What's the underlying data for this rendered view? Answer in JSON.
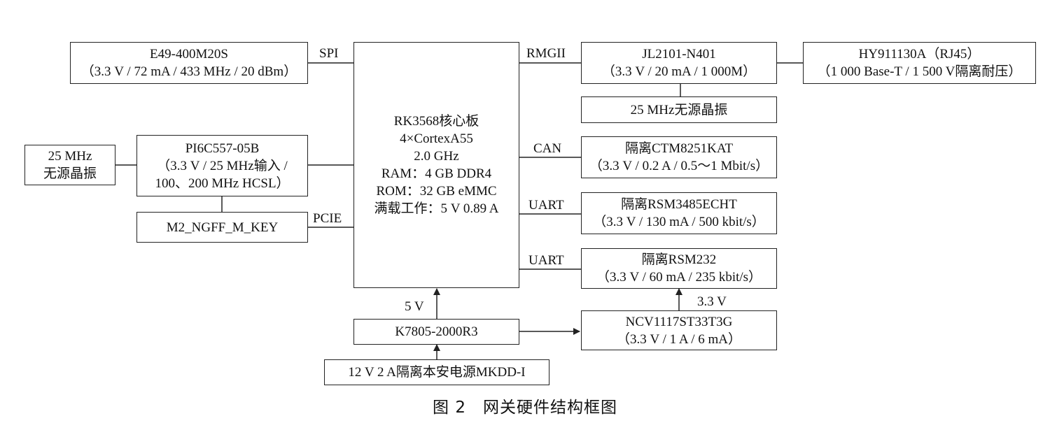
{
  "blocks": {
    "e49": {
      "line1": "E49-400M20S",
      "line2": "（3.3 V / 72 mA / 433 MHz / 20 dBm）"
    },
    "core": {
      "lines": [
        "RK3568核心板",
        "4×CortexA55",
        "2.0 GHz",
        "RAM：4 GB DDR4",
        "ROM：32 GB eMMC",
        "满载工作：5 V 0.89 A"
      ]
    },
    "jl2101": {
      "line1": "JL2101-N401",
      "line2": "（3.3 V / 20 mA / 1 000M）"
    },
    "hy911130a": {
      "line1": "HY911130A（RJ45）",
      "line2": "（1 000 Base-T / 1 500 V隔离耐压）"
    },
    "osc_right": {
      "line1": "25 MHz无源晶振"
    },
    "osc_left": {
      "line1": "25 MHz",
      "line2": "无源晶振"
    },
    "pi6c557": {
      "line1": "PI6C557-05B",
      "line2": "（3.3 V / 25 MHz输入 /",
      "line3": "100、200 MHz HCSL）"
    },
    "m2": {
      "line1": "M2_NGFF_M_KEY"
    },
    "ctm8251": {
      "line1": "隔离CTM8251KAT",
      "line2": "（3.3 V / 0.2 A / 0.5～1 Mbit/s）"
    },
    "rsm3485": {
      "line1": "隔离RSM3485ECHT",
      "line2": "（3.3 V / 130 mA / 500 kbit/s）"
    },
    "rsm232": {
      "line1": "隔离RSM232",
      "line2": "（3.3 V / 60 mA / 235 kbit/s）"
    },
    "k7805": {
      "line1": "K7805-2000R3"
    },
    "ncv1117": {
      "line1": "NCV1117ST33T3G",
      "line2": "（3.3 V / 1 A / 6 mA）"
    },
    "power": {
      "line1": "12 V 2 A隔离本安电源MKDD-I"
    }
  },
  "labels": {
    "spi": "SPI",
    "rmgii": "RMGII",
    "can": "CAN",
    "uart1": "UART",
    "uart2": "UART",
    "pcie": "PCIE",
    "v5": "5 V",
    "v33": "3.3 V"
  },
  "caption": "图 2　网关硬件结构框图"
}
